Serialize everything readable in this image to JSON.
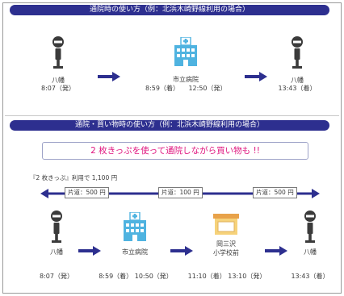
{
  "section1": {
    "banner": "通院時の使い方（例：北浜木崎野線利用の場合）",
    "stop_start": {
      "name": "八幡",
      "time": "8:07（発）"
    },
    "hospital": {
      "name": "市立病院",
      "arrive": "8:59（着）",
      "depart": "12:50（発）"
    },
    "stop_end": {
      "name": "八幡",
      "time": "13:43（着）"
    }
  },
  "section2": {
    "banner": "通院・買い物時の使い方（例：北浜木崎野線利用の場合）",
    "notice": "2 枚きっぷを使って通院しながら買い物も !!",
    "price_note": "『2 枚きっぷ』利用で 1,100 円",
    "fares": [
      "片道：500 円",
      "片道：100 円",
      "片道：500 円"
    ],
    "stops": [
      {
        "name": "八幡",
        "time": "8:07（発）"
      },
      {
        "name": "市立病院",
        "time": "8:59（着） 10:50（発）"
      },
      {
        "name": "岡三沢\n小学校前",
        "time": "11:10（着） 13:10（発）"
      },
      {
        "name": "八幡",
        "time": "13:43（着）"
      }
    ]
  },
  "colors": {
    "navy": "#2d2f8f",
    "magenta": "#e0167f",
    "icon_blue": "#4fb3e0",
    "shop_yellow": "#f6d27a"
  },
  "icons": [
    "bus-stop-icon",
    "hospital-icon",
    "shop-icon",
    "arrow-right-icon"
  ]
}
